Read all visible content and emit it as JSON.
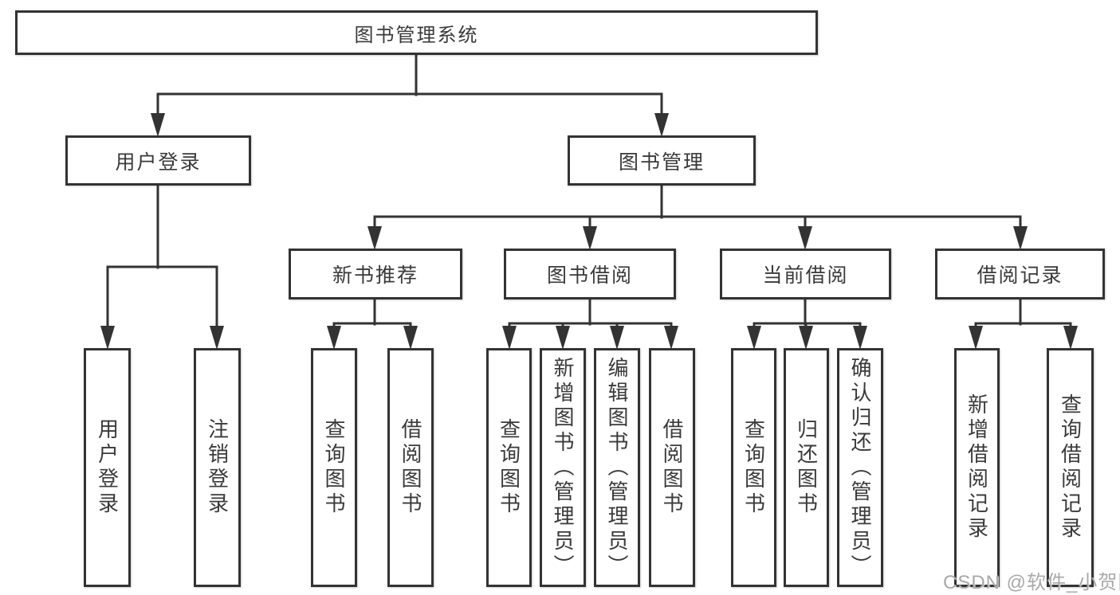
{
  "diagram": {
    "root": "图书管理系统",
    "level2": {
      "user_login": "用户登录",
      "book_management": "图书管理"
    },
    "categories": [
      "新书推荐",
      "图书借阅",
      "当前借阅",
      "借阅记录"
    ],
    "leaves": {
      "user_login": [
        "用户登录",
        "注销登录"
      ],
      "new_book": [
        "查询图书",
        "借阅图书"
      ],
      "book_borrow": [
        "查询图书",
        "新增图书（管理员）",
        "编辑图书（管理员）",
        "借阅图书"
      ],
      "current_borrow": [
        "查询图书",
        "归还图书",
        "确认归还（管理员）"
      ],
      "records": [
        "新增借阅记录",
        "查询借阅记录"
      ]
    },
    "watermark": "CSDN @软件_小贺同学",
    "colors": {
      "line": "#333333",
      "text": "#3a3a3a",
      "background": "#ffffff",
      "watermark": "#a9a9a9"
    }
  }
}
